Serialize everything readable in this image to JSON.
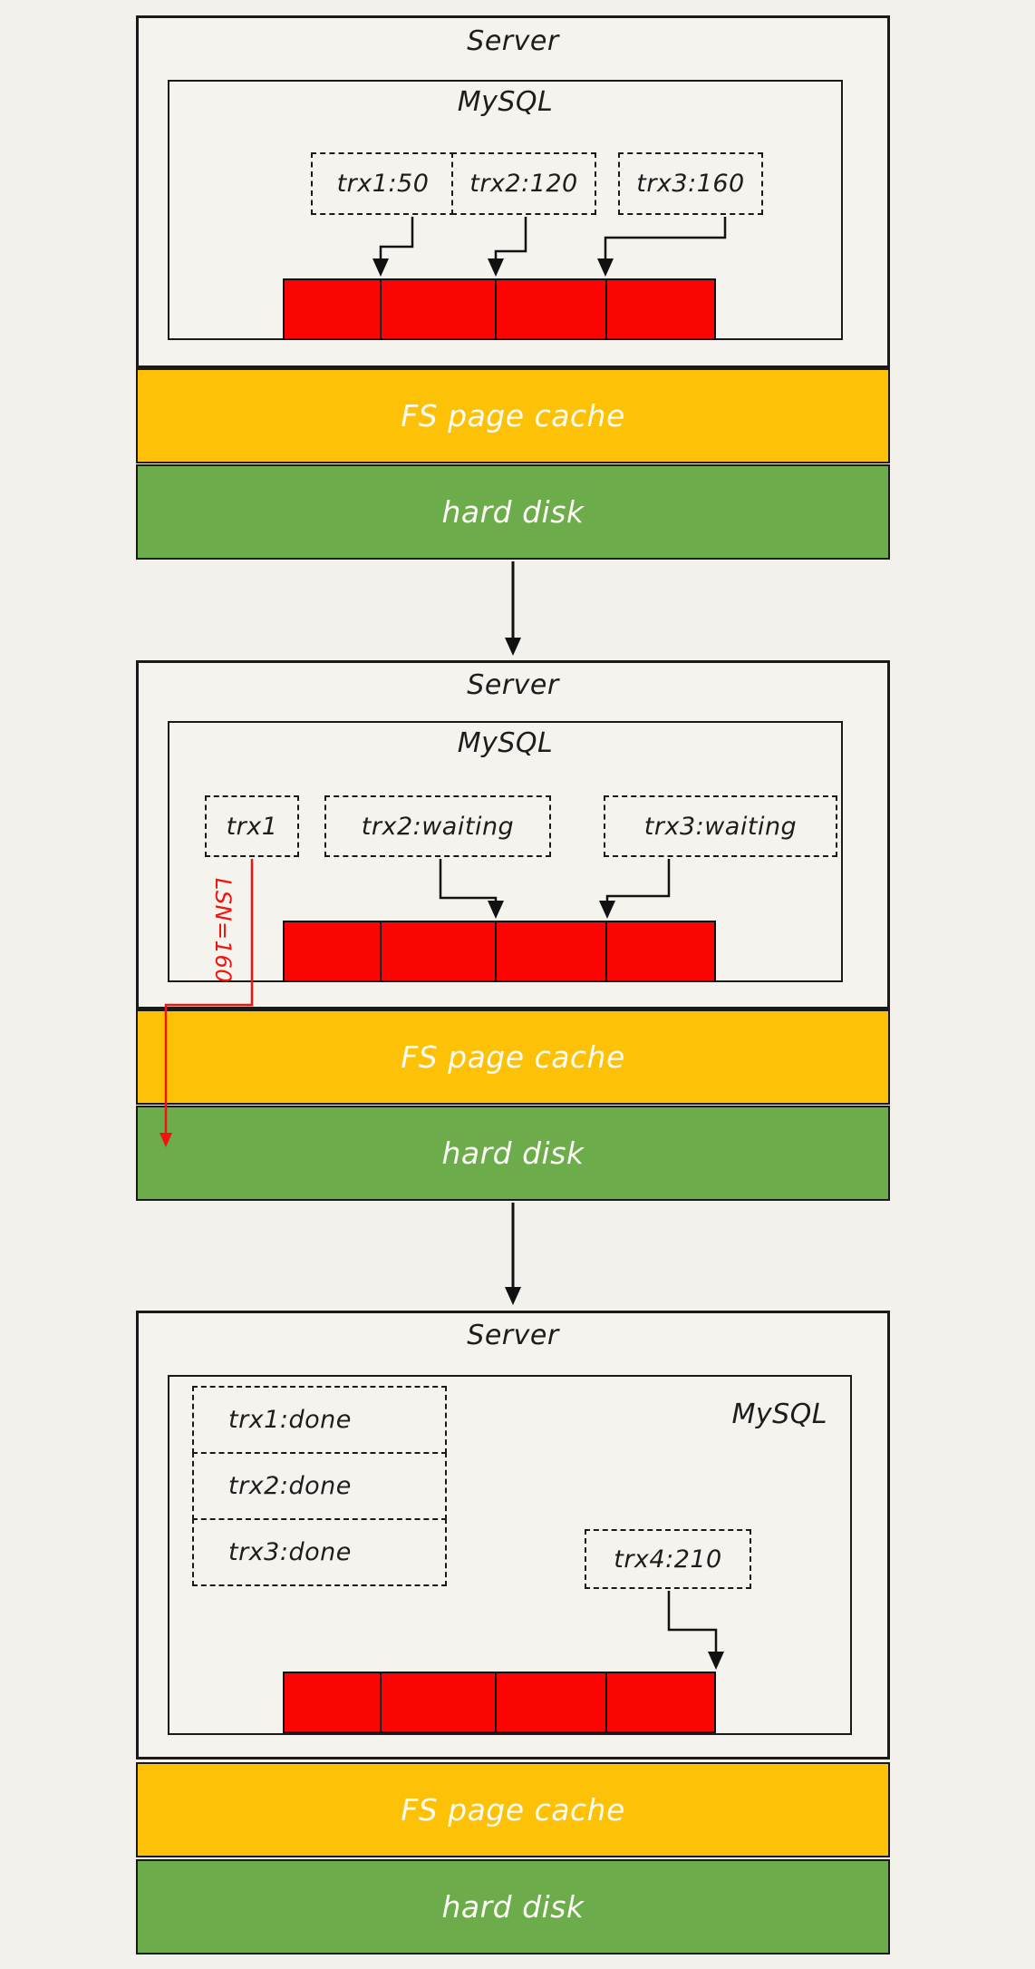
{
  "diagram": {
    "description_colors": {
      "background": "#F3F1EC",
      "box_fill": "#F5F3EE",
      "outline": "#1A1A1A",
      "log_buffer_red": "#FB0404",
      "fs_cache_yellow": "#FDC108",
      "hard_disk_green": "#6DAC4B",
      "lsn_annotation_red": "#F2130E"
    },
    "log_buffer_segments": 4
  },
  "panels": [
    {
      "server_label": "Server",
      "mysql_label": "MySQL",
      "cache_label": "FS page cache",
      "disk_label": "hard disk",
      "transactions": [
        {
          "label": "trx1:50"
        },
        {
          "label": "trx2:120"
        },
        {
          "label": "trx3:160"
        }
      ]
    },
    {
      "server_label": "Server",
      "mysql_label": "MySQL",
      "cache_label": "FS page cache",
      "disk_label": "hard disk",
      "lsn_label": "LSN=160",
      "transactions": [
        {
          "label": "trx1"
        },
        {
          "label": "trx2:waiting"
        },
        {
          "label": "trx3:waiting"
        }
      ]
    },
    {
      "server_label": "Server",
      "mysql_label": "MySQL",
      "cache_label": "FS page cache",
      "disk_label": "hard disk",
      "transactions": [
        {
          "label": "trx1:done"
        },
        {
          "label": "trx2:done"
        },
        {
          "label": "trx3:done"
        },
        {
          "label": "trx4:210"
        }
      ]
    }
  ]
}
